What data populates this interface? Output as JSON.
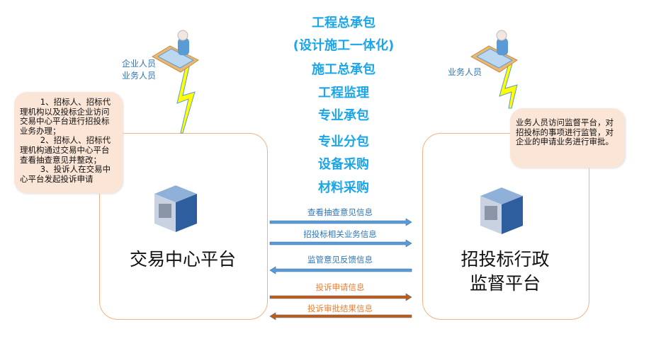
{
  "center_items": [
    "工程总承包",
    "(设计施工一体化)",
    "施工总承包",
    "工程监理",
    "专业承包",
    "专业分包",
    "设备采购",
    "材料采购"
  ],
  "left": {
    "roles": [
      "企业人员",
      "业务人员"
    ],
    "platform": "交易中心平台",
    "note": [
      "1、招标人、招标代理机构以及投标企业访问交易中心平台进行招投标业务办理；",
      "2、招标人、招标代理机构通过交易中心平台查看抽查意见并整改；",
      "3、投诉人在交易中心平台发起投诉申请"
    ]
  },
  "right": {
    "roles": [
      "业务人员"
    ],
    "platform_line1": "招投标行政",
    "platform_line2": "监督平台",
    "note": "业务人员访问监督平台，对招投标的事项进行监管，对企业的申请业务进行审批。"
  },
  "flows": [
    {
      "label": "查看抽查意见信息",
      "dir": "right",
      "color": "#5b9bd5"
    },
    {
      "label": "招投标相关业务信息",
      "dir": "right",
      "color": "#5b9bd5"
    },
    {
      "label": "监管意见反馈信息",
      "dir": "left",
      "color": "#5b9bd5"
    },
    {
      "label": "投诉申请信息",
      "dir": "right",
      "color": "#c55a11"
    },
    {
      "label": "投诉审批结果信息",
      "dir": "left",
      "color": "#c55a11"
    }
  ]
}
